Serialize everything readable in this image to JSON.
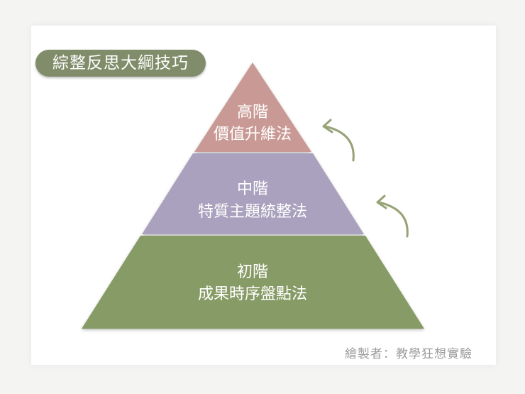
{
  "title": "綜整反思大綱技巧",
  "tiers": [
    {
      "level": "高階",
      "method": "價值升維法"
    },
    {
      "level": "中階",
      "method": "特質主題統整法"
    },
    {
      "level": "初階",
      "method": "成果時序盤點法"
    }
  ],
  "credit": "繪製者：教學狂想實驗",
  "colors": {
    "title_bg": "#818c6a",
    "tier_high": "#c99a95",
    "tier_mid": "#a9a1bd",
    "tier_low": "#879b66",
    "arrow": "#97a377",
    "credit_text": "#9b9b9b"
  }
}
